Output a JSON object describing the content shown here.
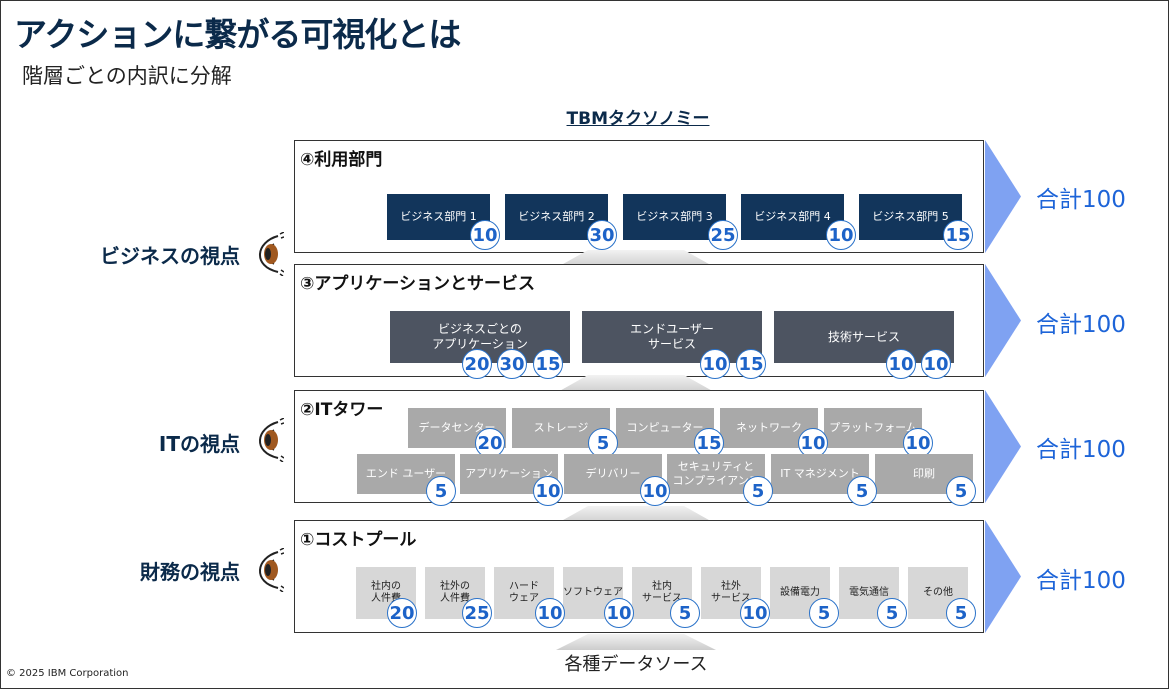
{
  "page": {
    "title": "アクションに繋がる可視化とは",
    "subtitle": "階層ごとの内訳に分解",
    "taxonomy_title": "TBMタクソノミー",
    "data_source": "各種データソース",
    "copyright": "© 2025 IBM Corporation"
  },
  "viewpoints": {
    "business": "ビジネスの視点",
    "it": "ITの視点",
    "finance": "財務の視点"
  },
  "layers": {
    "business_units": {
      "label": "④利用部門",
      "total": "合計100",
      "items": [
        {
          "label": "ビジネス部門 1",
          "value": "10"
        },
        {
          "label": "ビジネス部門 2",
          "value": "30"
        },
        {
          "label": "ビジネス部門 3",
          "value": "25"
        },
        {
          "label": "ビジネス部門 4",
          "value": "10"
        },
        {
          "label": "ビジネス部門 5",
          "value": "15"
        }
      ]
    },
    "apps_services": {
      "label": "③アプリケーションとサービス",
      "total": "合計100",
      "items": [
        {
          "label": "ビジネスごとの\nアプリケーション",
          "values": [
            "20",
            "30",
            "15"
          ]
        },
        {
          "label": "エンドユーザー\nサービス",
          "values": [
            "10",
            "15"
          ]
        },
        {
          "label": "技術サービス",
          "values": [
            "10",
            "10"
          ]
        }
      ]
    },
    "it_towers": {
      "label": "②ITタワー",
      "total": "合計100",
      "row1": [
        {
          "label": "データセンター",
          "value": "20"
        },
        {
          "label": "ストレージ",
          "value": "5"
        },
        {
          "label": "コンピューター",
          "value": "15"
        },
        {
          "label": "ネットワーク",
          "value": "10"
        },
        {
          "label": "プラットフォーム",
          "value": "10"
        }
      ],
      "row2": [
        {
          "label": "エンド ユーザー",
          "value": "5"
        },
        {
          "label": "アプリケーション",
          "value": "10"
        },
        {
          "label": "デリバリー",
          "value": "10"
        },
        {
          "label": "セキュリティと\nコンプライアンス",
          "value": "5"
        },
        {
          "label": "IT マネジメント",
          "value": "5"
        },
        {
          "label": "印刷",
          "value": "5"
        }
      ]
    },
    "cost_pools": {
      "label": "①コストプール",
      "total": "合計100",
      "items": [
        {
          "label": "社内の\n人件費",
          "value": "20"
        },
        {
          "label": "社外の\n人件費",
          "value": "25"
        },
        {
          "label": "ハード\nウェア",
          "value": "10"
        },
        {
          "label": "ソフトウェア",
          "value": "10"
        },
        {
          "label": "社内\nサービス",
          "value": "5"
        },
        {
          "label": "社外\nサービス",
          "value": "10"
        },
        {
          "label": "設備電力",
          "value": "5"
        },
        {
          "label": "電気通信",
          "value": "5"
        },
        {
          "label": "その他",
          "value": "5"
        }
      ]
    }
  },
  "colors": {
    "title": "#0b2a4a",
    "accent_arrow": "#7fa2f2",
    "total_text": "#1d64d8",
    "business_box": "#12355b",
    "service_box": "#4d5461",
    "tower_box": "#a9a9a9",
    "cost_box": "#d7d7d7"
  },
  "icons": {
    "eye": "eye-icon",
    "arrow": "right-triangle-arrow"
  }
}
